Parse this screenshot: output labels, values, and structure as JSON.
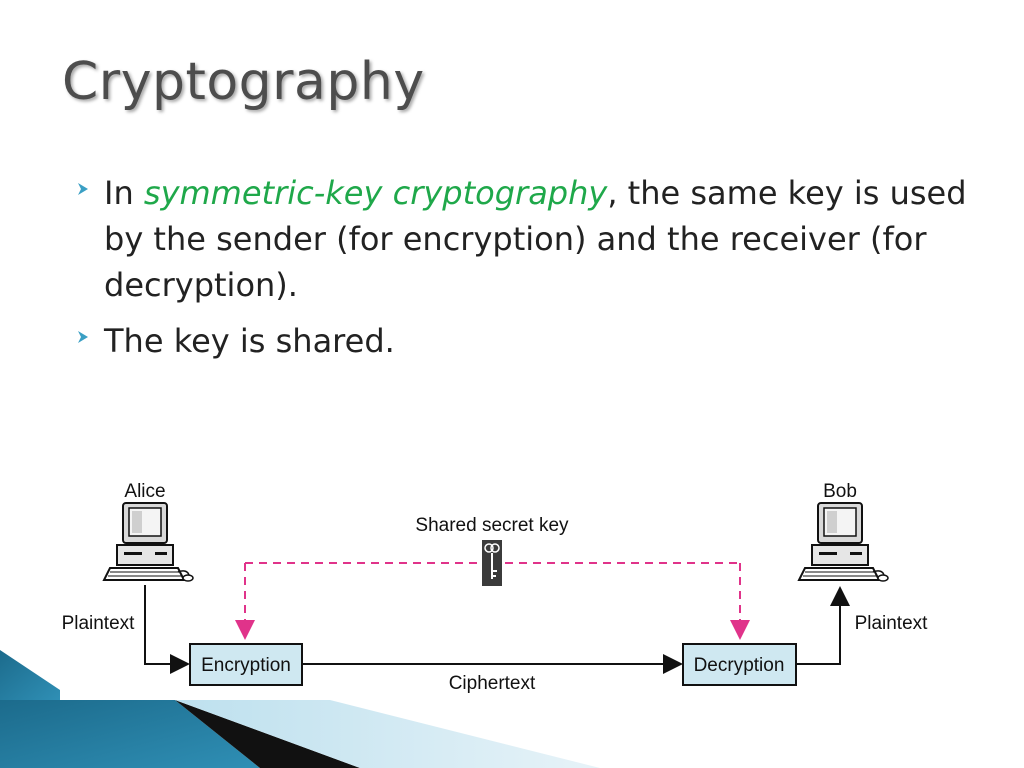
{
  "slide": {
    "title": "Cryptography",
    "bullets": [
      {
        "prefix": "In ",
        "highlight": "symmetric-key cryptography",
        "suffix": ", the same key is used by the sender (for encryption)  and the receiver (for decryption)."
      },
      {
        "text": "The key is shared."
      }
    ]
  },
  "diagram": {
    "sender_label": "Alice",
    "receiver_label": "Bob",
    "key_label": "Shared secret key",
    "plaintext_left": "Plaintext",
    "plaintext_right": "Plaintext",
    "encryption_label": "Encryption",
    "decryption_label": "Decryption",
    "ciphertext_label": "Ciphertext"
  },
  "colors": {
    "title": "#4d4d4d",
    "highlight": "#1fa84a",
    "key_path": "#e0338a",
    "box_fill": "#cfe8f1",
    "bullet_arrow": "#3a9fc4",
    "decor_dark": "#1f6f8f",
    "decor_light": "#5fb3d3"
  }
}
